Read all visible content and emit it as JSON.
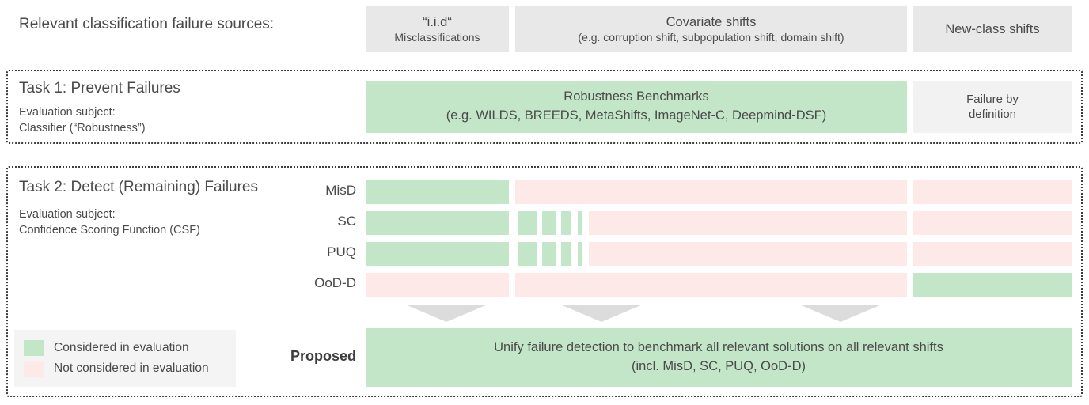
{
  "header": {
    "row_label": "Relevant classification failure sources:",
    "columns": [
      {
        "line1": "“i.i.d“",
        "line2": "Misclassifications"
      },
      {
        "line1": "Covariate shifts",
        "line2": "(e.g. corruption shift, subpopulation shift, domain shift)"
      },
      {
        "line1": "New-class shifts",
        "line2": ""
      }
    ]
  },
  "task1": {
    "title": "Task 1: Prevent Failures",
    "subject_line1": "Evaluation subject:",
    "subject_line2": "Classifier (“Robustness”)",
    "benchmark": {
      "line1": "Robustness Benchmarks",
      "line2": "(e.g. WILDS, BREEDS, MetaShifts, ImageNet-C,  Deepmind-DSF)"
    },
    "newclass": {
      "line1": "Failure by",
      "line2": "definition"
    }
  },
  "task2": {
    "title": "Task 2: Detect (Remaining) Failures",
    "subject_line1": "Evaluation subject:",
    "subject_line2": "Confidence Scoring Function (CSF)",
    "rows": [
      {
        "label": "MisD",
        "iid": "considered",
        "covariate": "none",
        "newclass": "not-considered"
      },
      {
        "label": "SC",
        "iid": "considered",
        "covariate": "partial",
        "newclass": "not-considered"
      },
      {
        "label": "PUQ",
        "iid": "considered",
        "covariate": "partial",
        "newclass": "not-considered"
      },
      {
        "label": "OoD-D",
        "iid": "not-considered",
        "covariate": "none",
        "newclass": "considered"
      }
    ],
    "proposed_label": "Proposed",
    "proposed": {
      "line1": "Unify failure detection to benchmark all relevant solutions on all relevant shifts",
      "line2": "(incl. MisD, SC, PUQ, OoD-D)"
    }
  },
  "legend": {
    "items": [
      {
        "label": "Considered in evaluation",
        "color": "#c3e6c8"
      },
      {
        "label": "Not considered in evaluation",
        "color": "#fde9e8"
      }
    ]
  },
  "colors": {
    "considered": "#c3e6c8",
    "not_considered": "#fde9e8",
    "header_cell": "#e8e8e8",
    "neutral_cell": "#f2f2f2",
    "arrow": "#dcdcdc",
    "text": "#4a4a4a"
  },
  "chart_data": {
    "type": "heatmap",
    "title": "Relevant classification failure sources vs. tasks",
    "xlabel": "",
    "ylabel": "",
    "categories": [
      "“i.i.d“ Misclassifications",
      "Covariate shifts",
      "New-class shifts"
    ],
    "rows": [
      "MisD",
      "SC",
      "PUQ",
      "OoD-D"
    ],
    "legend": [
      "Considered in evaluation",
      "Not considered in evaluation"
    ],
    "values": [
      [
        "considered",
        "not-considered",
        "not-considered"
      ],
      [
        "considered",
        "partially-considered",
        "not-considered"
      ],
      [
        "considered",
        "partially-considered",
        "not-considered"
      ],
      [
        "not-considered",
        "not-considered",
        "considered"
      ]
    ],
    "grid": false,
    "legend_position": "bottom-left"
  }
}
